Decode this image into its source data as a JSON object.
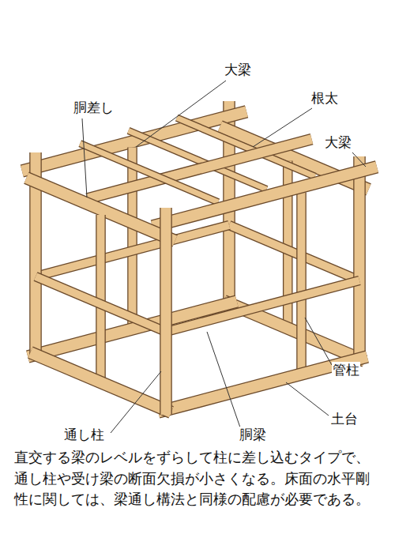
{
  "diagram": {
    "caption": "直交する梁のレベルをずらして柱に差し込むタイプで、通し柱や受け梁の断面欠損が小さくなる。床面の水平剛性に関しては、梁通し構法と同様の配慮が必要である。",
    "labels": [
      "大梁",
      "根太",
      "胴差し",
      "大梁",
      "管柱",
      "土台",
      "通し柱",
      "胴梁"
    ]
  }
}
